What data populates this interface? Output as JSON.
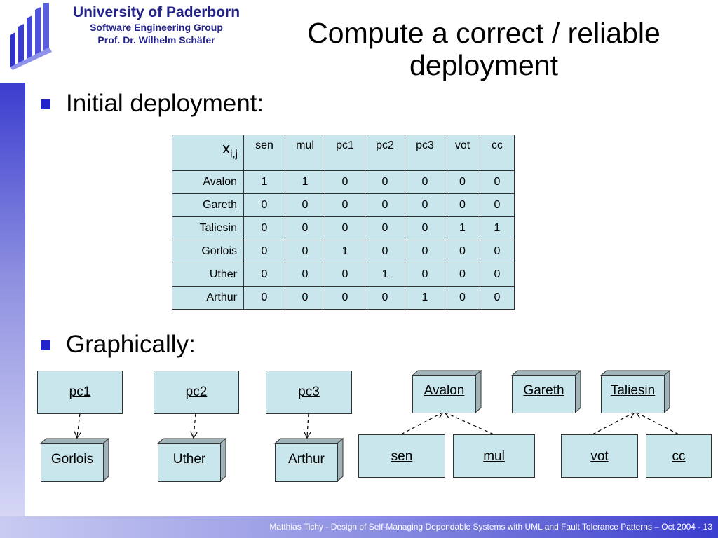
{
  "header": {
    "university": "University of Paderborn",
    "group": "Software Engineering Group",
    "professor": "Prof. Dr. Wilhelm Schäfer"
  },
  "slide": {
    "title": "Compute a correct / reliable deployment",
    "bullets": [
      "Initial deployment:",
      "Graphically:"
    ]
  },
  "table": {
    "corner_label": "x",
    "corner_sub": "i,j",
    "columns": [
      "sen",
      "mul",
      "pc1",
      "pc2",
      "pc3",
      "vot",
      "cc"
    ],
    "rows": [
      {
        "label": "Avalon",
        "values": [
          "1",
          "1",
          "0",
          "0",
          "0",
          "0",
          "0"
        ]
      },
      {
        "label": "Gareth",
        "values": [
          "0",
          "0",
          "0",
          "0",
          "0",
          "0",
          "0"
        ]
      },
      {
        "label": "Taliesin",
        "values": [
          "0",
          "0",
          "0",
          "0",
          "0",
          "1",
          "1"
        ]
      },
      {
        "label": "Gorlois",
        "values": [
          "0",
          "0",
          "1",
          "0",
          "0",
          "0",
          "0"
        ]
      },
      {
        "label": "Uther",
        "values": [
          "0",
          "0",
          "0",
          "1",
          "0",
          "0",
          "0"
        ]
      },
      {
        "label": "Arthur",
        "values": [
          "0",
          "0",
          "0",
          "0",
          "1",
          "0",
          "0"
        ]
      }
    ]
  },
  "diagram": {
    "components": [
      "pc1",
      "pc2",
      "pc3",
      "sen",
      "mul",
      "vot",
      "cc"
    ],
    "nodes": [
      "Gorlois",
      "Uther",
      "Arthur",
      "Avalon",
      "Gareth",
      "Taliesin"
    ]
  },
  "footer": {
    "text": "Matthias Tichy - Design of Self-Managing Dependable Systems with UML and Fault Tolerance Patterns – Oct 2004 - 13"
  },
  "colors": {
    "accent": "#2323c8",
    "header_text": "#23238a",
    "cell_fill": "#c9e6ec"
  }
}
